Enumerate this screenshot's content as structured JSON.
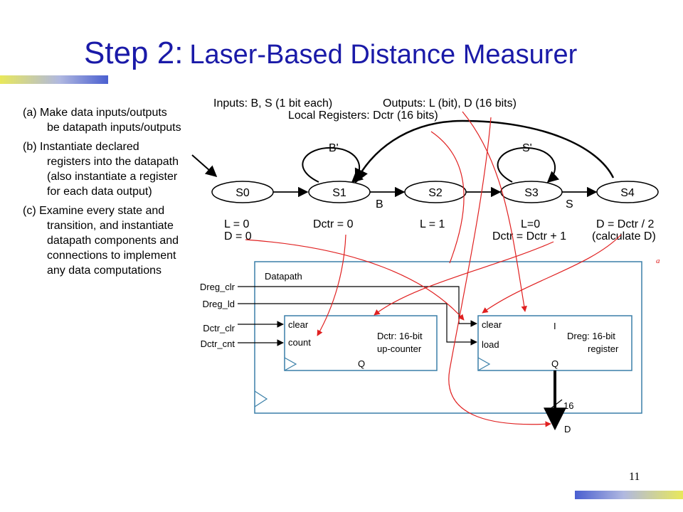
{
  "title": {
    "prefix": "Step 2:",
    "main": "Laser-Based Distance Measurer"
  },
  "steps": [
    "(a) Make data inputs/outputs be datapath inputs/outputs",
    "(b) Instantiate declared registers into the datapath (also instantiate a register for each data output)",
    "(c) Examine every state and transition, and instantiate datapath components and connections to implement any data computations"
  ],
  "fsm": {
    "inputs": "Inputs: B, S (1 bit each)",
    "outputs": "Outputs: L (bit), D (16 bits)",
    "local_registers": "Local Registers: Dctr (16 bits)",
    "states": [
      "S0",
      "S1",
      "S2",
      "S3",
      "S4"
    ],
    "self_loops": {
      "s1": "B'",
      "s3": "S'"
    },
    "transitions": {
      "s1_s2": "B",
      "s3_s4": "S"
    },
    "actions": {
      "s0_l": "L = 0",
      "s0_d": "D = 0",
      "s1": "Dctr = 0",
      "s2": "L = 1",
      "s3_l": "L=0",
      "s3_dctr": "Dctr = Dctr + 1",
      "s4": "D = Dctr / 2",
      "s4_note": "(calculate D)"
    }
  },
  "datapath": {
    "label": "Datapath",
    "corner_mark": "a",
    "inputs": {
      "dreg_clr": "Dreg_clr",
      "dreg_ld": "Dreg_ld",
      "dctr_clr": "Dctr_clr",
      "dctr_cnt": "Dctr_cnt"
    },
    "counter": {
      "clear": "clear",
      "count": "count",
      "name": "Dctr: 16-bit",
      "kind": "up-counter",
      "q": "Q"
    },
    "register": {
      "clear": "clear",
      "load": "load",
      "i": "I",
      "name": "Dreg: 16-bit",
      "kind": "register",
      "q": "Q"
    },
    "bus_width": "16",
    "output": "D"
  },
  "page_number": "11"
}
